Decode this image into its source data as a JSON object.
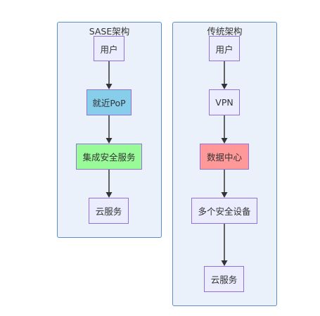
{
  "clusters": {
    "sase": {
      "title": "SASE架构"
    },
    "traditional": {
      "title": "传统架构"
    }
  },
  "nodes": {
    "sase_user": {
      "label": "用户",
      "fill": "#ececff"
    },
    "sase_pop": {
      "label": "就近PoP",
      "fill": "#87ceeb"
    },
    "sase_security": {
      "label": "集成安全服务",
      "fill": "#98fb98"
    },
    "sase_cloud": {
      "label": "云服务",
      "fill": "#ececff"
    },
    "trad_user": {
      "label": "用户",
      "fill": "#ececff"
    },
    "trad_vpn": {
      "label": "VPN",
      "fill": "#ececff"
    },
    "trad_datacenter": {
      "label": "数据中心",
      "fill": "#ff9999"
    },
    "trad_security": {
      "label": "多个安全设备",
      "fill": "#ececff"
    },
    "trad_cloud": {
      "label": "云服务",
      "fill": "#ececff"
    }
  },
  "edges": [
    {
      "from": "sase_user",
      "to": "sase_pop"
    },
    {
      "from": "sase_pop",
      "to": "sase_security"
    },
    {
      "from": "sase_security",
      "to": "sase_cloud"
    },
    {
      "from": "trad_user",
      "to": "trad_vpn"
    },
    {
      "from": "trad_vpn",
      "to": "trad_datacenter"
    },
    {
      "from": "trad_datacenter",
      "to": "trad_security"
    },
    {
      "from": "trad_security",
      "to": "trad_cloud"
    }
  ],
  "colors": {
    "cluster_fill": "#ebf1fa",
    "cluster_border": "#5a8fc8",
    "node_border": "#9370db",
    "edge": "#333333"
  }
}
